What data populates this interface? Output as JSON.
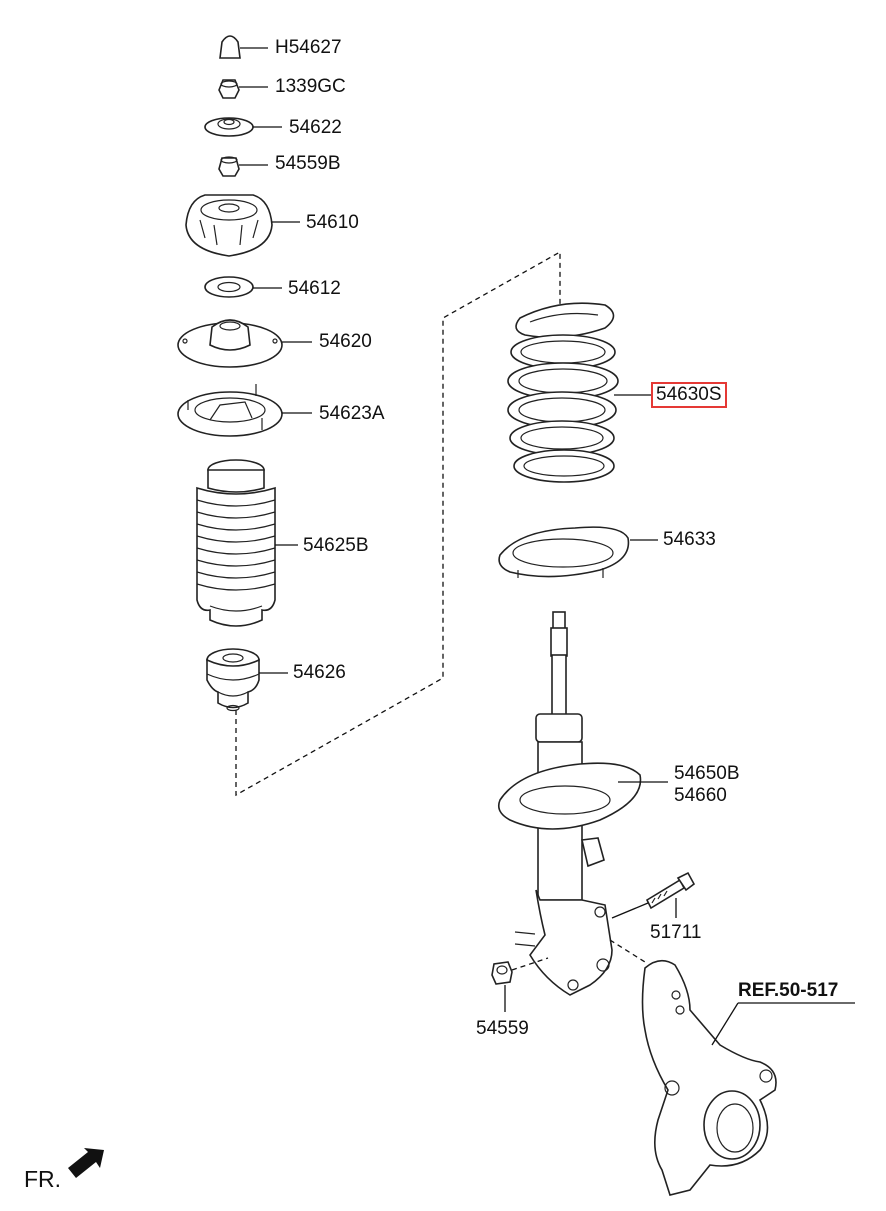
{
  "parts": [
    {
      "id": "bump-stopper-cap",
      "number": "H54627"
    },
    {
      "id": "self-locking-nut",
      "number": "1339GC"
    },
    {
      "id": "mounting-washer",
      "number": "54622"
    },
    {
      "id": "flange-nut",
      "number": "54559B"
    },
    {
      "id": "insulator-assembly",
      "number": "54610"
    },
    {
      "id": "bearing",
      "number": "54612"
    },
    {
      "id": "spring-upper-seat",
      "number": "54620"
    },
    {
      "id": "spring-upper-pad",
      "number": "54623A"
    },
    {
      "id": "dust-cover",
      "number": "54625B"
    },
    {
      "id": "bumper-rubber",
      "number": "54626"
    },
    {
      "id": "coil-spring",
      "number": "54630S",
      "highlighted": true
    },
    {
      "id": "spring-lower-pad",
      "number": "54633"
    },
    {
      "id": "strut-assembly-a",
      "number": "54650B"
    },
    {
      "id": "strut-assembly-b",
      "number": "54660"
    },
    {
      "id": "bolt",
      "number": "51711"
    },
    {
      "id": "nut",
      "number": "54559"
    }
  ],
  "reference": "REF.50-517",
  "direction_label": "FR.",
  "colors": {
    "highlight": "#e53935",
    "line": "#222222"
  }
}
